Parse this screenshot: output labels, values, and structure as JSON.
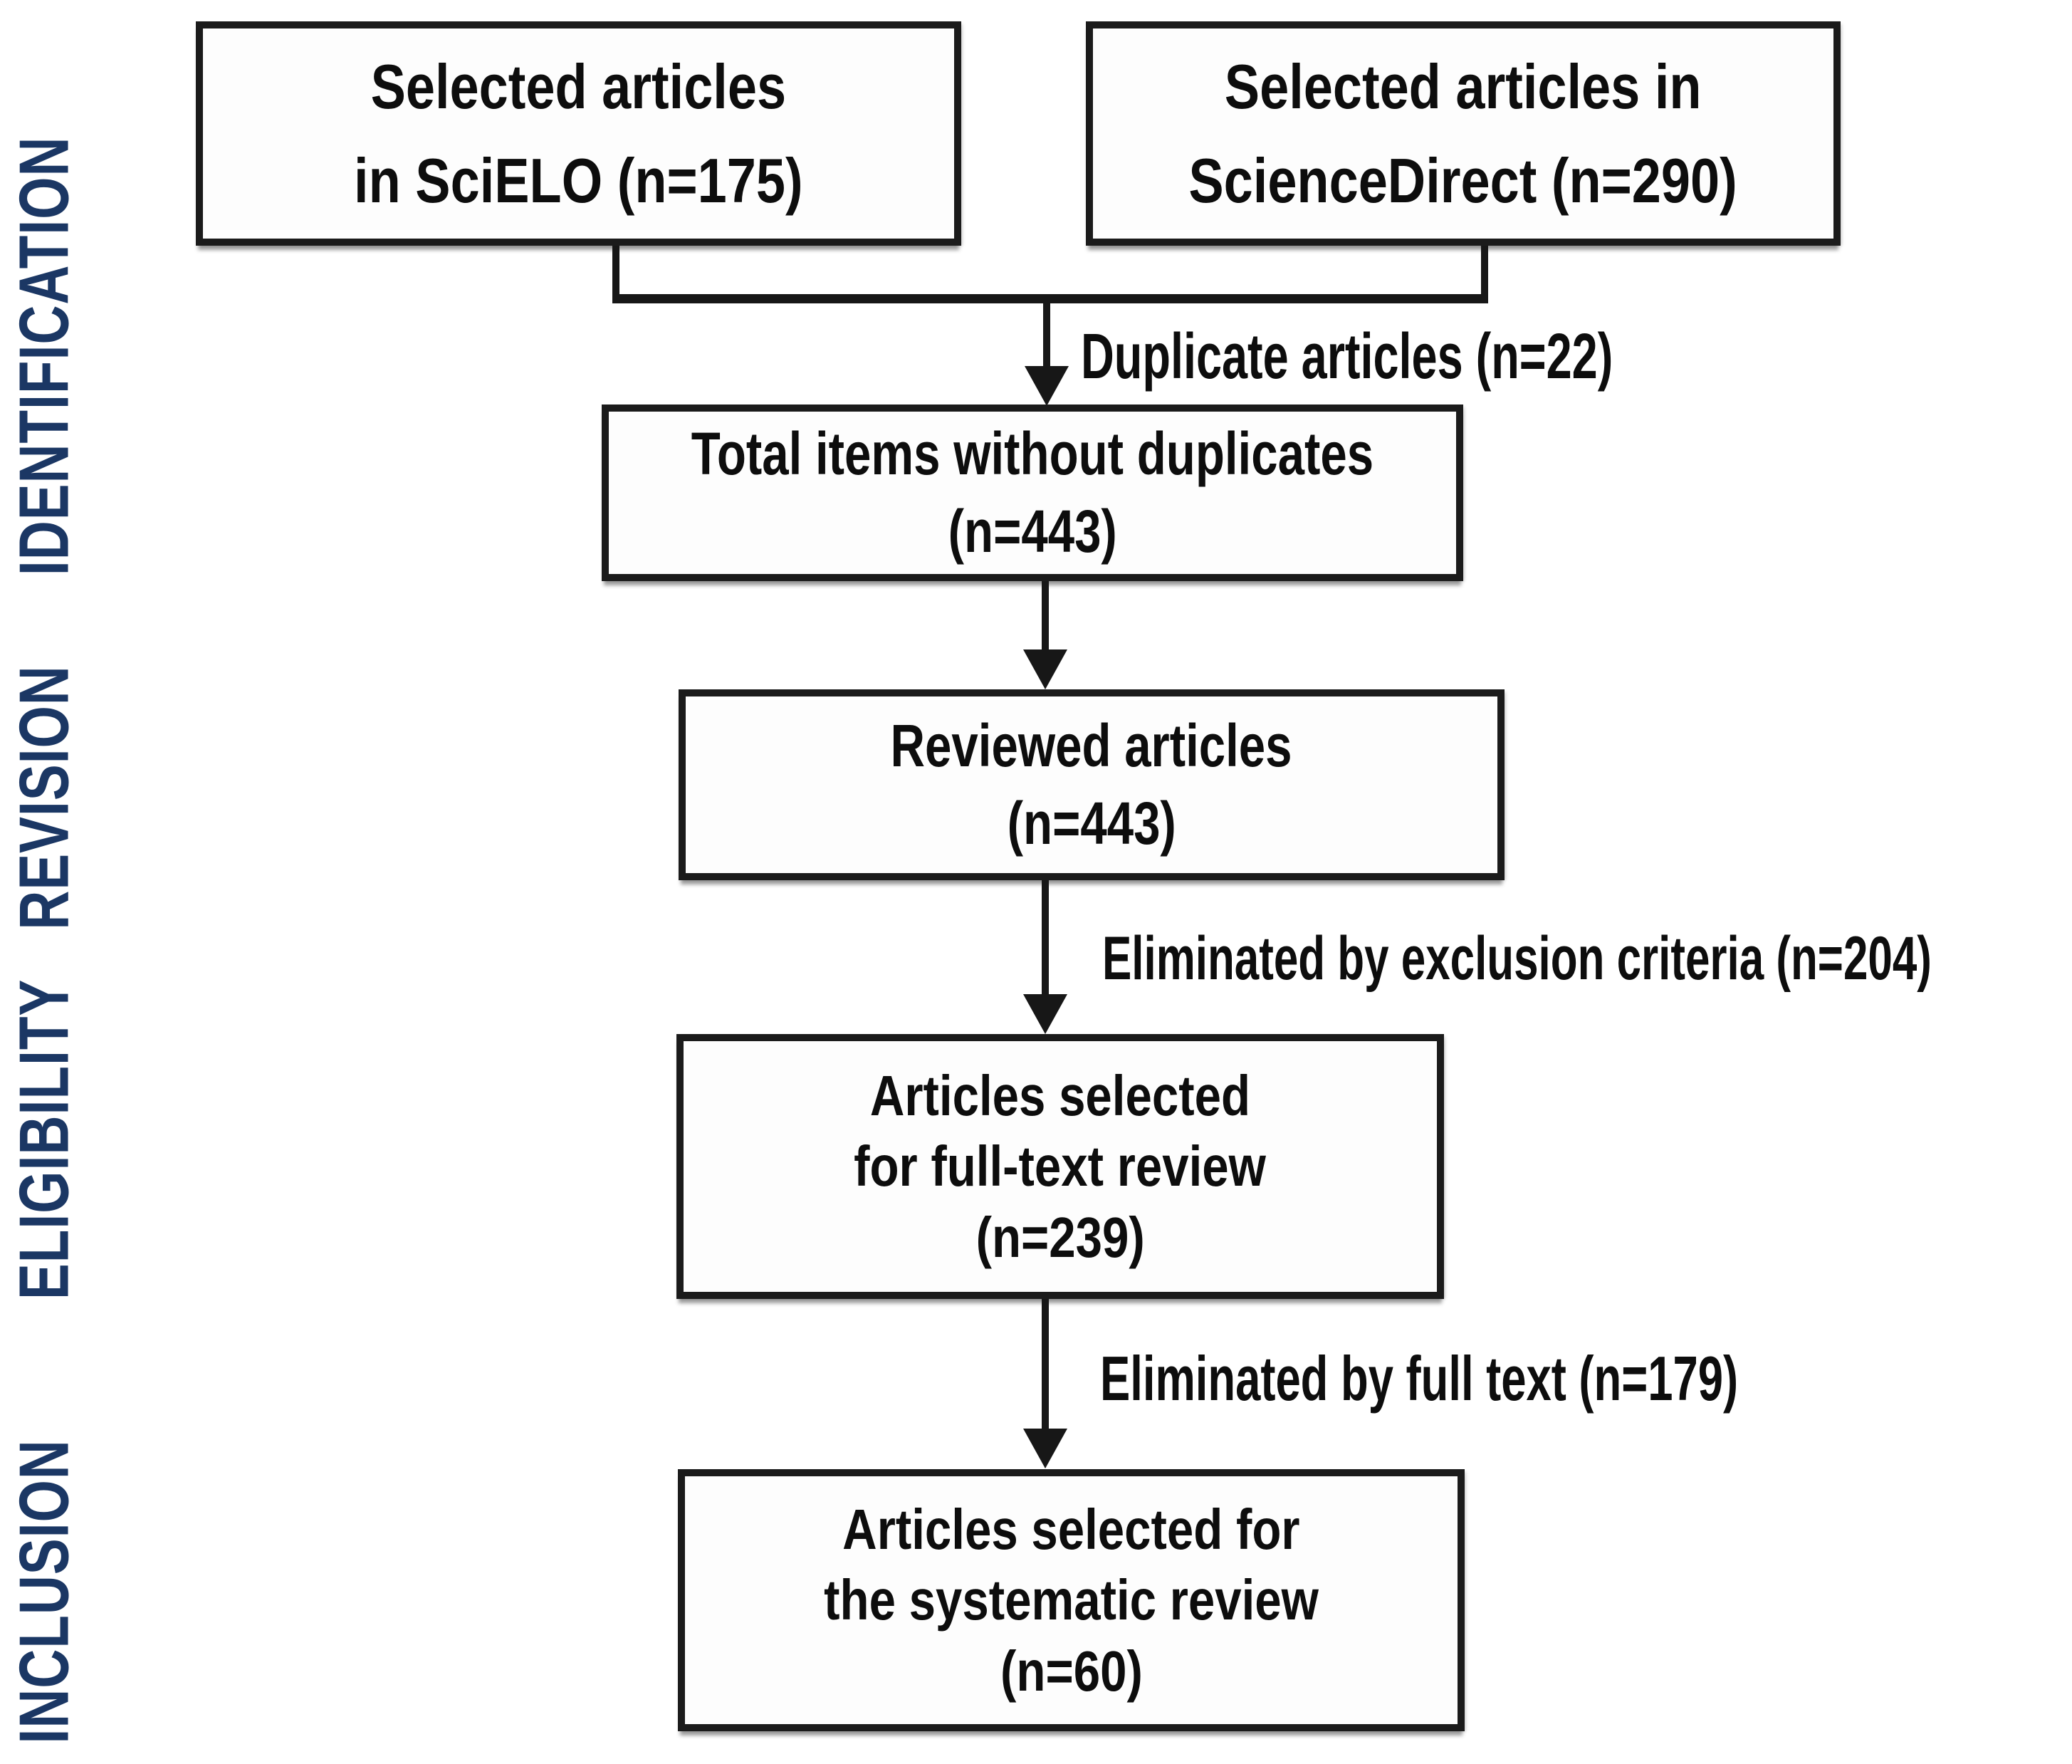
{
  "palette": {
    "phase_label_blue": "#1b3764",
    "ink_black": "#0d0d0d",
    "line_black": "#171717",
    "background": "#ffffff"
  },
  "side_labels": [
    {
      "id": "identification",
      "text": "IDENTIFICATION"
    },
    {
      "id": "revision",
      "text": "REVISION"
    },
    {
      "id": "eligibility",
      "text": "ELIGIBILITY"
    },
    {
      "id": "inclusion",
      "text": "INCLUSION"
    }
  ],
  "boxes": {
    "scielo": {
      "line1": "Selected articles",
      "line2": "in SciELO (n=175)"
    },
    "sciencedirect": {
      "line1": "Selected articles in",
      "line2": "ScienceDirect (n=290)"
    },
    "total": {
      "line1": "Total items without duplicates",
      "line2": "(n=443)"
    },
    "reviewed": {
      "line1": "Reviewed articles",
      "line2": "(n=443)"
    },
    "fulltext": {
      "line1": "Articles selected",
      "line2": "for full-text review",
      "line3": "(n=239)"
    },
    "systematic": {
      "line1": "Articles selected for",
      "line2": "the systematic review",
      "line3": "(n=60)"
    }
  },
  "edge_labels": {
    "duplicates": "Duplicate articles (n=22)",
    "exclusion": "Eliminated by exclusion criteria (n=204)",
    "fulltext_elim": "Eliminated by full text (n=179)"
  }
}
